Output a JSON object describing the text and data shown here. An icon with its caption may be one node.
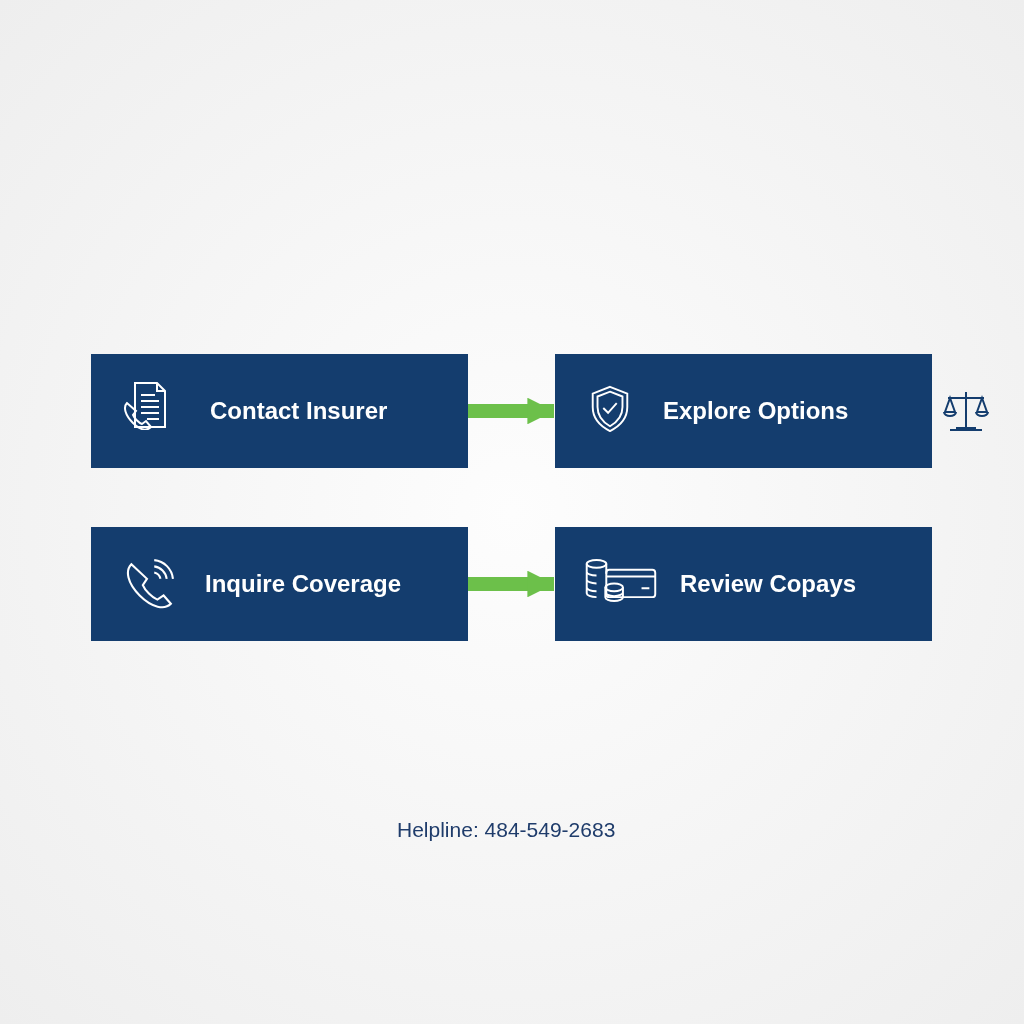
{
  "diagram": {
    "nodes": [
      {
        "text": [
          "Contact Insurer"
        ]
      },
      {
        "text": [
          "Explore Options"
        ]
      },
      {
        "text": [
          "Inquire Coverage"
        ]
      },
      {
        "text": [
          "Review Copays"
        ]
      }
    ],
    "edges": [
      {
        "from": 0,
        "to": 1,
        "arrow": "to"
      },
      {
        "from": 2,
        "to": 3,
        "arrow": "to"
      }
    ],
    "labels": [
      "Helpline: 484-549-2683"
    ]
  }
}
